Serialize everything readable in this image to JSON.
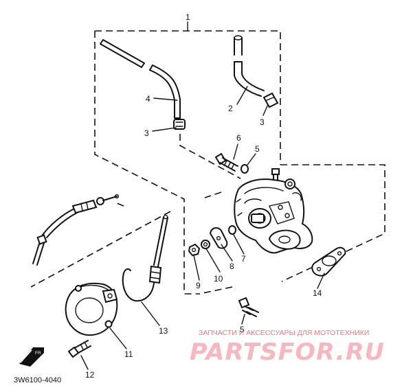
{
  "callouts": [
    {
      "id": "1",
      "text": "1"
    },
    {
      "id": "2",
      "text": "2"
    },
    {
      "id": "3a",
      "text": "3"
    },
    {
      "id": "3b",
      "text": "3"
    },
    {
      "id": "4",
      "text": "4"
    },
    {
      "id": "5a",
      "text": "5"
    },
    {
      "id": "5b",
      "text": "5"
    },
    {
      "id": "6",
      "text": "6"
    },
    {
      "id": "7",
      "text": "7"
    },
    {
      "id": "8",
      "text": "8"
    },
    {
      "id": "9",
      "text": "9"
    },
    {
      "id": "10",
      "text": "10"
    },
    {
      "id": "11",
      "text": "11"
    },
    {
      "id": "12",
      "text": "12"
    },
    {
      "id": "13",
      "text": "13"
    },
    {
      "id": "14",
      "text": "14"
    }
  ],
  "diagram_code": "3W6100-4040",
  "watermark": {
    "tagline": "ЗАПЧАСТИ И АКСЕССУАРЫ ДЛЯ МОТОТЕХНИКИ",
    "brand": "PARTSFOR.RU"
  }
}
